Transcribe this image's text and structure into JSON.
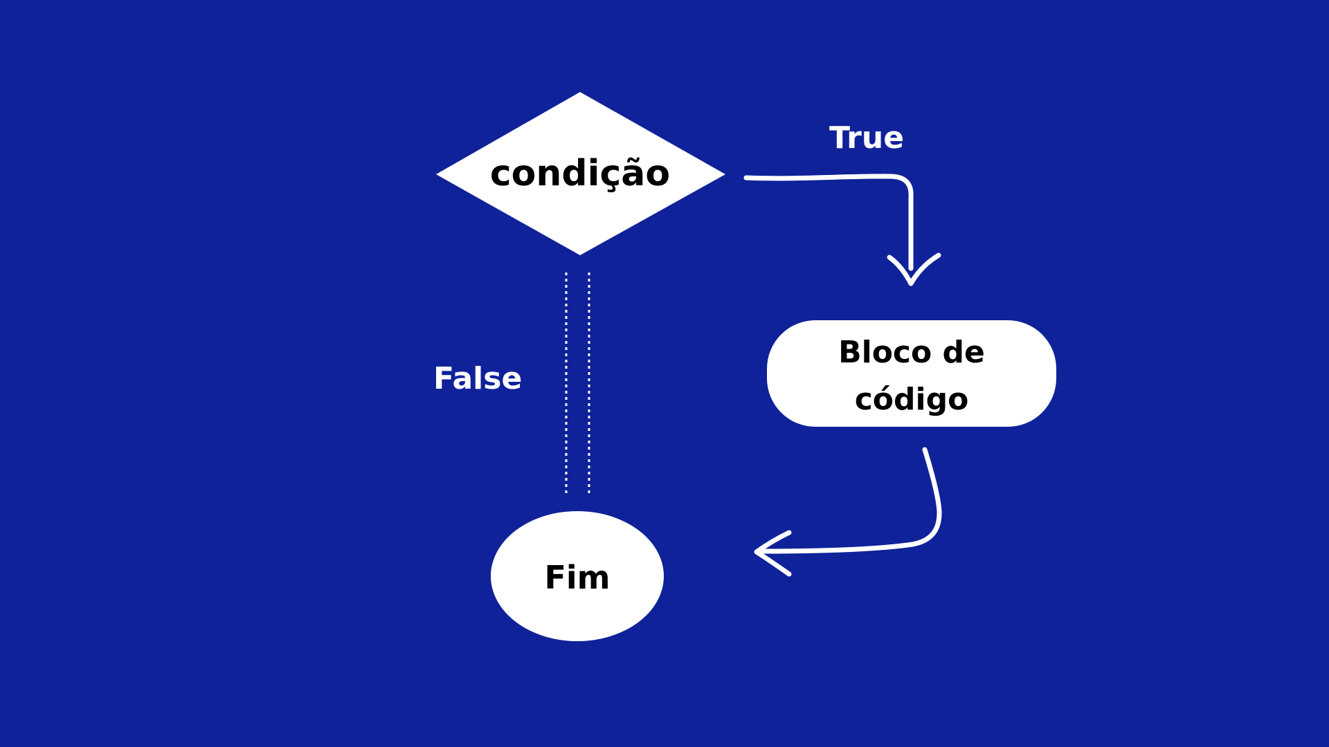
{
  "diagram": {
    "background_color": "#0f229a",
    "shape_color": "#ffffff",
    "text_color": "#000000",
    "edge_label_color": "#ffffff",
    "nodes": {
      "decision": {
        "label": "condição",
        "shape": "diamond"
      },
      "process": {
        "label": "Bloco de\ncódigo",
        "shape": "rounded-rectangle"
      },
      "end": {
        "label": "Fim",
        "shape": "ellipse"
      }
    },
    "edges": {
      "true_branch": {
        "label": "True",
        "from": "decision",
        "to": "process",
        "style": "hand-drawn arrow"
      },
      "false_branch": {
        "label": "False",
        "from": "decision",
        "to": "end",
        "style": "dotted double line"
      },
      "return_branch": {
        "from": "process",
        "to": "end",
        "style": "hand-drawn arrow"
      }
    }
  }
}
